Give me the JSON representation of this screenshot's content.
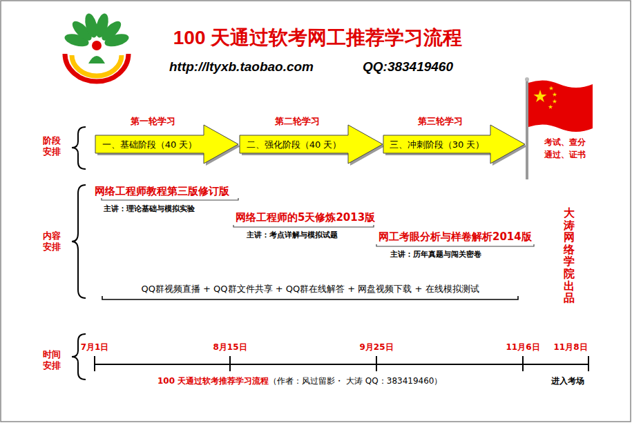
{
  "diagram": {
    "title": "100 天通过软考网工推荐学习流程",
    "nodes": [
      {
        "text": [
          "第一轮学习",
          "一、基础阶段（40 天）"
        ]
      },
      {
        "text": [
          "第二轮学习",
          "二、强化阶段（40 天）"
        ]
      },
      {
        "text": [
          "第三轮学习",
          "三、冲刺阶段（30 天）"
        ]
      }
    ],
    "labels": [
      "http://ltyxb.taobao.com",
      "QQ:383419460",
      "阶段安排",
      "考试、查分 通过、证书",
      "内容安排",
      "网络工程师教程第三版修订版",
      "主讲：理论基础与模拟实验",
      "网络工程师的5天修炼2013版",
      "主讲：考点详解与模拟试题",
      "网工考眼分析与样卷解析2014版",
      "主讲：历年真题与闯关密卷",
      "大涛网络学院出品",
      "QQ群视频直播 + QQ群文件共享 + QQ群在线解答 + 网盘视频下载 + 在线模拟测试",
      "时间安排",
      "7月1日",
      "8月15日",
      "9月25日",
      "11月6日",
      "11月8日",
      "100 天通过软考推荐学习流程",
      "（作者：风过留影・ 大涛 QQ：383419460）",
      "进入考场"
    ]
  }
}
